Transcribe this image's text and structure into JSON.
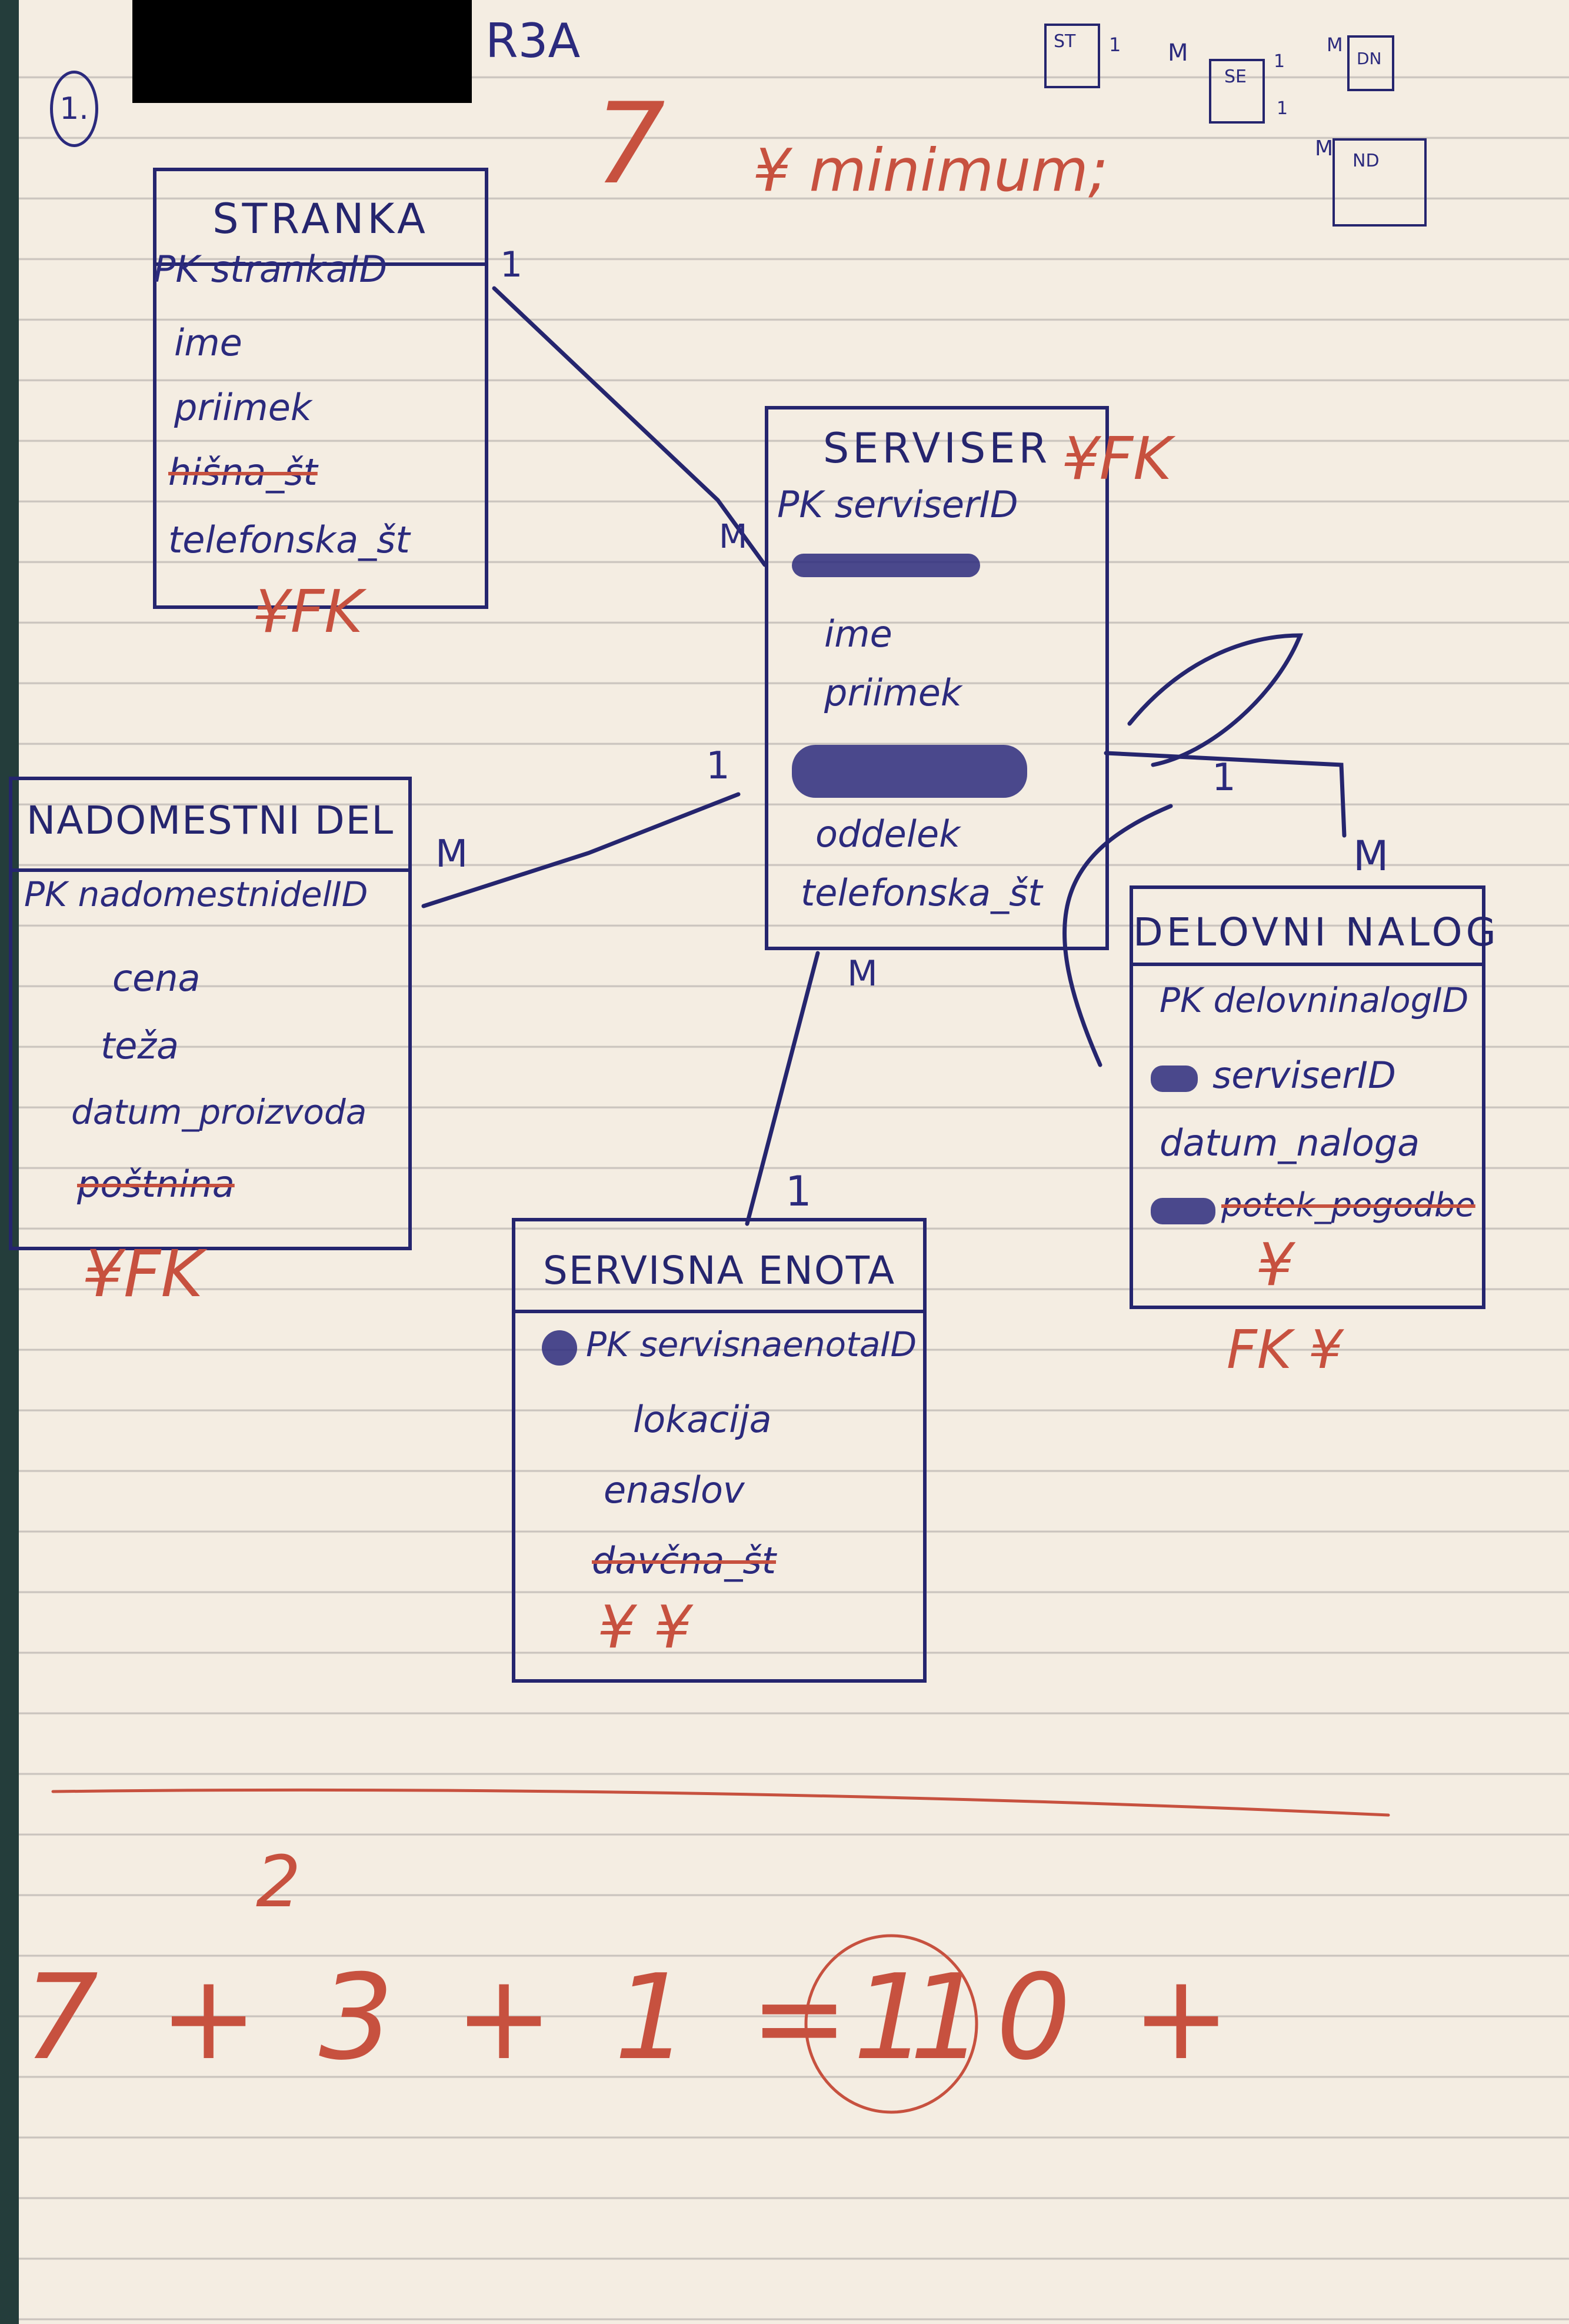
{
  "header": {
    "problem_number": "1.",
    "group": "R3A",
    "score_note": "7",
    "score_note_rest": "¥ minimum;"
  },
  "mini_diagram": {
    "entities": [
      "ST",
      "SE",
      "DN",
      "ND"
    ],
    "labels": [
      "1",
      "M",
      "1",
      "M",
      "1",
      "M"
    ]
  },
  "entities": {
    "stranka": {
      "title": "STRANKA",
      "attributes": [
        "PK strankaID",
        "ime",
        "priimek",
        "hišna_št",
        "telefonska_št"
      ],
      "note": "¥FK"
    },
    "serviser": {
      "title": "SERVISER",
      "attributes": [
        "PK serviserID",
        "ime",
        "priimek",
        "oddelek",
        "telefonska_št"
      ],
      "note": "¥FK"
    },
    "nadomestni_del": {
      "title": "NADOMESTNI DEL",
      "attributes": [
        "PK nadomestnidelID",
        "cena",
        "teža",
        "datum_proizvoda",
        "poštnina"
      ],
      "note": "¥FK"
    },
    "delovni_nalog": {
      "title": "DELOVNI NALOG",
      "attributes": [
        "PK delovninalogID",
        "serviserID",
        "datum_naloga",
        "potek_pogodbe"
      ],
      "note": "¥",
      "note2": "FK ¥"
    },
    "servisna_enota": {
      "title": "SERVISNA ENOTA",
      "attributes": [
        "PK servisnaenotaID",
        "lokacija",
        "enaslov",
        "davčna_št"
      ],
      "note": "¥ ¥"
    }
  },
  "cardinalities": {
    "stranka_one": "1",
    "serviser_many": "M",
    "nadomestni_one": "1",
    "nadomestni_many": "M",
    "delovni_one": "1",
    "delovni_many": "M",
    "servisna_one": "1",
    "servisna_many": "M"
  },
  "score_line": {
    "text": "7 + 3 + 1 = 10 +",
    "correction": "2",
    "circled": "1"
  },
  "colors": {
    "ink_blue": "#25256e",
    "ink_red": "#c7513f",
    "paper": "#f4ede2"
  }
}
